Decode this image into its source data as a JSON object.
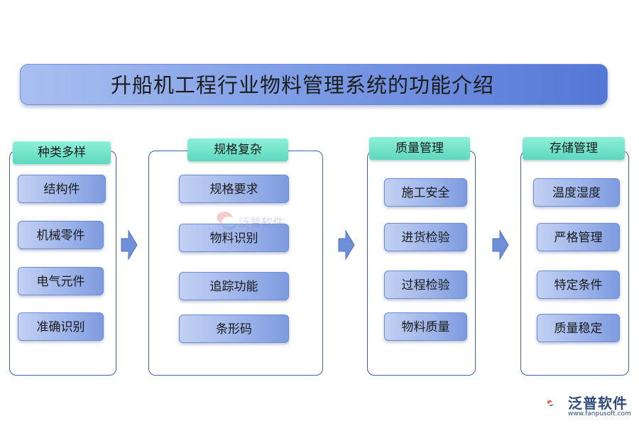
{
  "title": "升船机工程行业物料管理系统的功能介绍",
  "columns": [
    {
      "header": "种类多样",
      "items": [
        "结构件",
        "机械零件",
        "电气元件",
        "准确识别"
      ]
    },
    {
      "header": "规格复杂",
      "items": [
        "规格要求",
        "物料识别",
        "追踪功能",
        "条形码"
      ]
    },
    {
      "header": "质量管理",
      "items": [
        "施工安全",
        "进货检验",
        "过程检验",
        "物料质量"
      ]
    },
    {
      "header": "存储管理",
      "items": [
        "温度湿度",
        "严格管理",
        "特定条件",
        "质量稳定"
      ]
    }
  ],
  "logo": {
    "name": "泛普软件",
    "url": "www.fanpusoft.com"
  },
  "watermark": "泛普软件",
  "colors": {
    "title_gradient_start": "#a9bff0",
    "title_gradient_end": "#5477d6",
    "panel_border": "#3f63b5",
    "header_fill": "#5fd7bf",
    "item_fill": "#9fb5ea",
    "arrow_fill": "#6f8fd8",
    "logo_color": "#2e4a7d"
  }
}
